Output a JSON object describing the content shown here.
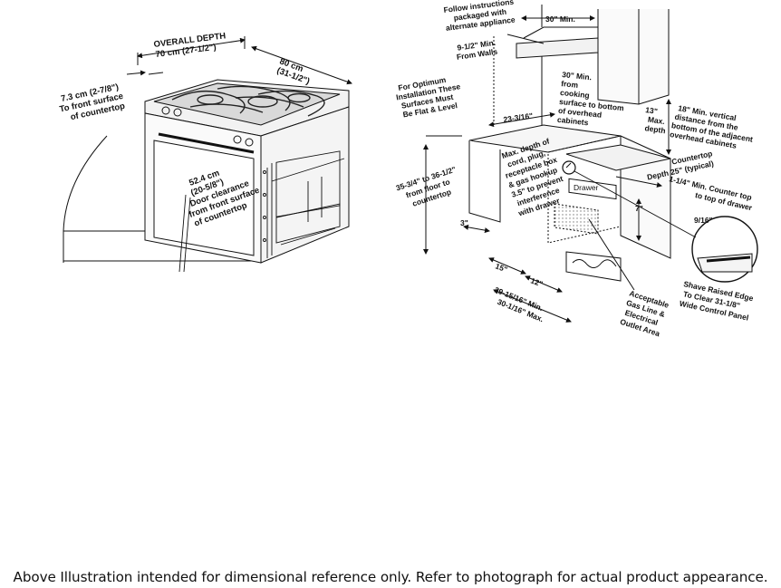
{
  "left_diagram": {
    "overall_depth_title": "OVERALL DEPTH",
    "overall_depth_value": "70 cm (27-1/2\")",
    "width_value": "80 cm",
    "width_value_in": "(31-1/2\")",
    "front_surface_lines": [
      "7.3 cm (2-7/8\")",
      "To front surface",
      "of countertop"
    ],
    "door_clearance_lines": [
      "52.4 cm",
      "(20-5/8\")",
      "Door clearance",
      "from front surface",
      "of countertop"
    ]
  },
  "right_diagram": {
    "follow_instructions_lines": [
      "Follow instructions",
      "packaged with",
      "alternate appliance"
    ],
    "thirty_min": "30\" Min.",
    "walls_lines": [
      "9-1/2\" Min.",
      "From Walls"
    ],
    "optimum_lines": [
      "For Optimum",
      "Installation These",
      "Surfaces Must",
      "Be Flat & Level"
    ],
    "cooking_surface_lines": [
      "30\" Min.",
      "from",
      "cooking",
      "surface to bottom",
      "of overhead",
      "cabinets"
    ],
    "max_depth_lines": [
      "13\"",
      "Max.",
      "depth"
    ],
    "vertical_distance_lines": [
      "18\" Min. vertical",
      "distance from the",
      "bottom of the adjacent",
      "overhead cabinets"
    ],
    "width_2316": "23-3/16\"",
    "cord_lines": [
      "Max. depth of",
      "cord, plug,",
      "receptacle box",
      "& gas hookup",
      "3.5\" to prevent",
      "interference",
      "with drawer"
    ],
    "floor_lines": [
      "35-3/4\" to 36-1/2\"",
      "from floor to",
      "countertop"
    ],
    "countertop_depth_lines": [
      "Countertop",
      "Depth 25\" (typical)"
    ],
    "drawer_label": "Drawer",
    "counter_top_drawer_lines": [
      "1-1/4\" Min. Counter top",
      "to top of drawer"
    ],
    "dim_7": "7\"",
    "dim_3": "3\"",
    "dim_15": "15\"",
    "dim_12": "12\"",
    "dim_916": "9/16\"",
    "depth_range_lines": [
      "29-15/16\" Min.",
      "30-1/16\" Max."
    ],
    "gas_line_lines": [
      "Acceptable",
      "Gas Line &",
      "Electrical",
      "Outlet Area"
    ],
    "shave_lines": [
      "Shave Raised Edge",
      "To Clear 31-1/8\"",
      "Wide Control Panel"
    ]
  },
  "caption": "Above Illustration intended for dimensional reference only. Refer to photograph for actual product appearance."
}
